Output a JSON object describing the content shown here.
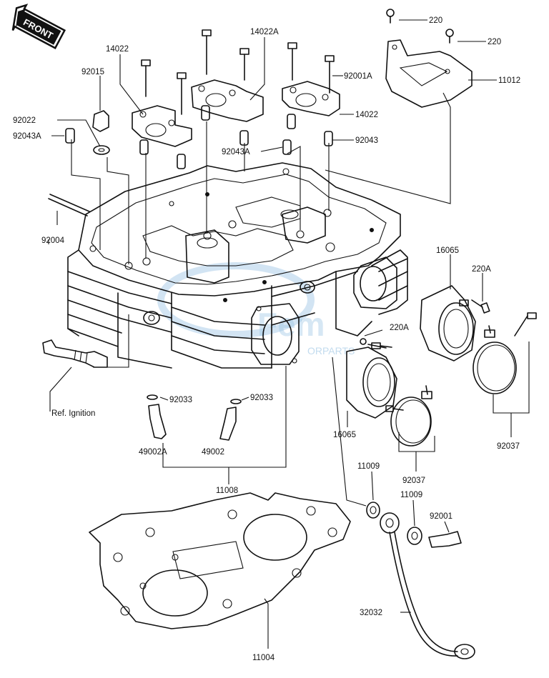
{
  "front_badge": "FRONT",
  "watermark": {
    "main": "Fem",
    "sub": "ORPARTS"
  },
  "labels": {
    "p220_a": "220",
    "p220_b": "220",
    "p11012": "11012",
    "p14022_left": "14022",
    "p14022A": "14022A",
    "p92015": "92015",
    "p92001A": "92001A",
    "p92022": "92022",
    "p92043A_left": "92043A",
    "p14022_right": "14022",
    "p92043A_mid": "92043A",
    "p92043": "92043",
    "p92004": "92004",
    "p16065_right": "16065",
    "p220A_right": "220A",
    "p220A_mid": "220A",
    "ref_ignition": "Ref. Ignition",
    "p92033_left": "92033",
    "p92033_right": "92033",
    "p49002A": "49002A",
    "p49002": "49002",
    "p16065_mid": "16065",
    "p92037_right": "92037",
    "p11008": "11008",
    "p11009_a": "11009",
    "p92037_mid": "92037",
    "p11009_b": "11009",
    "p92001": "92001",
    "p32032": "32032",
    "p11004": "11004"
  }
}
